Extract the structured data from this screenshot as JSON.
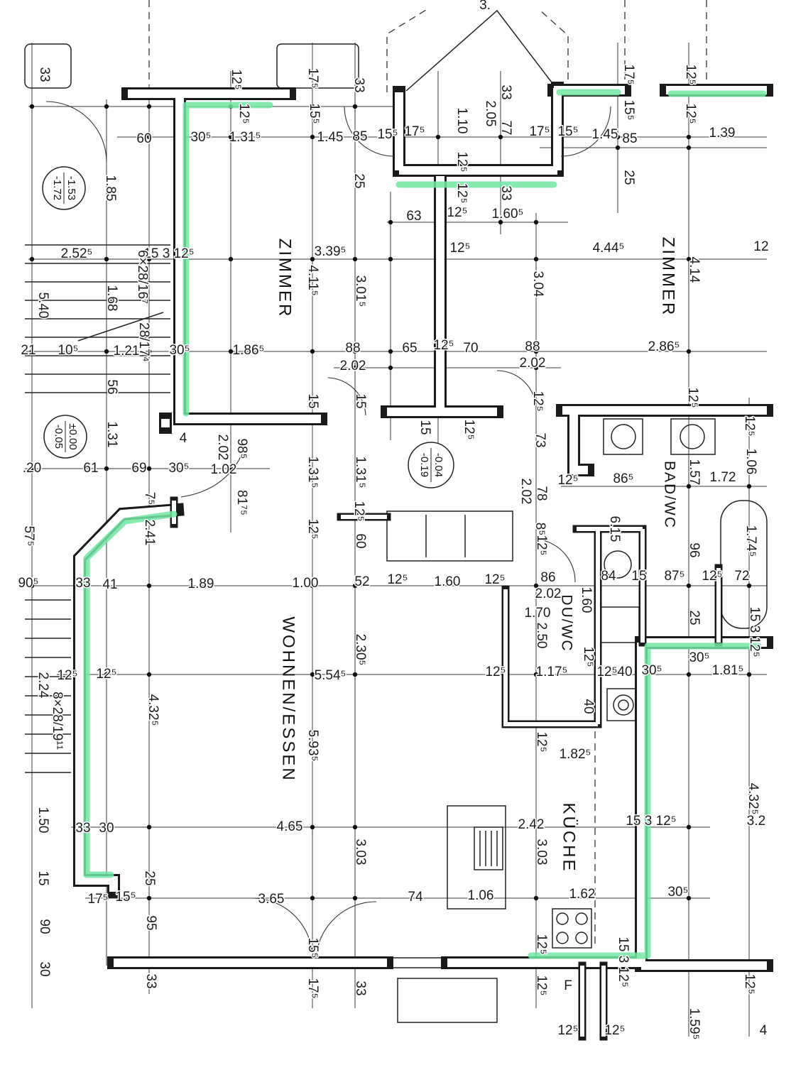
{
  "rooms": {
    "zimmer_left": "ZIMMER",
    "zimmer_right": "ZIMMER",
    "wohnen_essen": "WOHNEN/ESSEN",
    "bad_wc": "BAD/WC",
    "du_wc": "DU/WC",
    "kueche": "KÜCHE"
  },
  "level_markers": [
    {
      "upper": "-1.53",
      "lower": "-1.72"
    },
    {
      "upper": "±0.00",
      "lower": "-0.05"
    },
    {
      "upper": "-0.04",
      "lower": "-0.19"
    }
  ],
  "dimensions": [
    "3.",
    "33",
    "12⁵",
    "17⁵",
    "33",
    "33",
    "17⁵",
    "12⁵",
    "12⁵",
    "15⁵",
    "2.05",
    "1.10",
    "77",
    "15⁵",
    "12⁵",
    "60",
    "30⁵",
    "1.31⁵",
    "1.45",
    "85",
    "15⁵",
    "17⁵",
    "17⁵",
    "15⁵",
    "1.45",
    "85",
    "1.39",
    "12⁵",
    "25",
    "25",
    "12⁵",
    "33",
    "63",
    "12⁵",
    "1.60⁵",
    "1.85",
    "2.52⁵",
    "15 3 12⁵",
    "6×28/16⁷",
    "1.68",
    "5.40",
    "28/17⁴",
    "3.39⁵",
    "4.11⁵",
    "3.01⁵",
    "12⁵",
    "4.44⁵",
    "3.04",
    "4.14",
    "12",
    "21",
    "10⁵",
    "1.21",
    "30⁵",
    "1.86⁵",
    "88",
    "2.02",
    "65",
    "12⁵",
    "70",
    "88",
    "2.02",
    "2.86⁵",
    "56",
    "15",
    "15",
    "12⁵",
    "12⁵",
    "15",
    "12⁵",
    "73",
    "12⁵",
    "1.06",
    "1.31",
    "4",
    "2.02",
    "98⁵",
    "1.57",
    "1.72",
    ".20",
    "61",
    "69",
    "30⁵",
    "1.02",
    "1.31⁵",
    "1.31⁵",
    "12⁵",
    "86⁵",
    "2.02",
    "78",
    "7⁵",
    "81⁷⁵",
    "12⁵",
    "12⁵",
    "2.41",
    "8⁵",
    "12⁵",
    "6.15",
    "60",
    "96",
    "1.74⁵",
    "57⁵",
    "90⁵",
    "33",
    "41",
    "1.89",
    "1.00",
    "52",
    "12⁵",
    "1.60",
    "12⁵",
    "86",
    "84",
    "15",
    "87⁵",
    "12⁵",
    "72",
    "2.02",
    "1.60",
    "1.70",
    "2.50",
    "25",
    "15 3 12⁵",
    "2.30⁵",
    "12⁵",
    "30⁵",
    "1.81⁵",
    "12⁵",
    "12⁵",
    "5.54⁵",
    "12⁵",
    "1.17⁵",
    "12⁵",
    "40",
    "30⁵",
    "2.24",
    "40",
    "4.32⁵",
    "8×28/19¹¹",
    "5.93⁵",
    "12⁵",
    "1.82⁵",
    "4.32⁵",
    "3.2",
    "1.50",
    "33",
    "30",
    "4.65",
    "2.42",
    "15 3 12⁵",
    "3.03",
    "3.03",
    "15",
    "25",
    "17⁵",
    "15⁵",
    "3.65",
    "74",
    "1.06",
    "1.62",
    "30⁵",
    "95",
    "90",
    "15⁵",
    "12⁵",
    "15 3 12⁵",
    "30",
    "33",
    "17⁵",
    "33",
    "12⁵",
    "F",
    "12⁵",
    "1.59⁵",
    "12⁵",
    "12⁵",
    "4"
  ],
  "colors": {
    "wall_highlight": "#72e6a3",
    "line": "#1a1a1a"
  }
}
